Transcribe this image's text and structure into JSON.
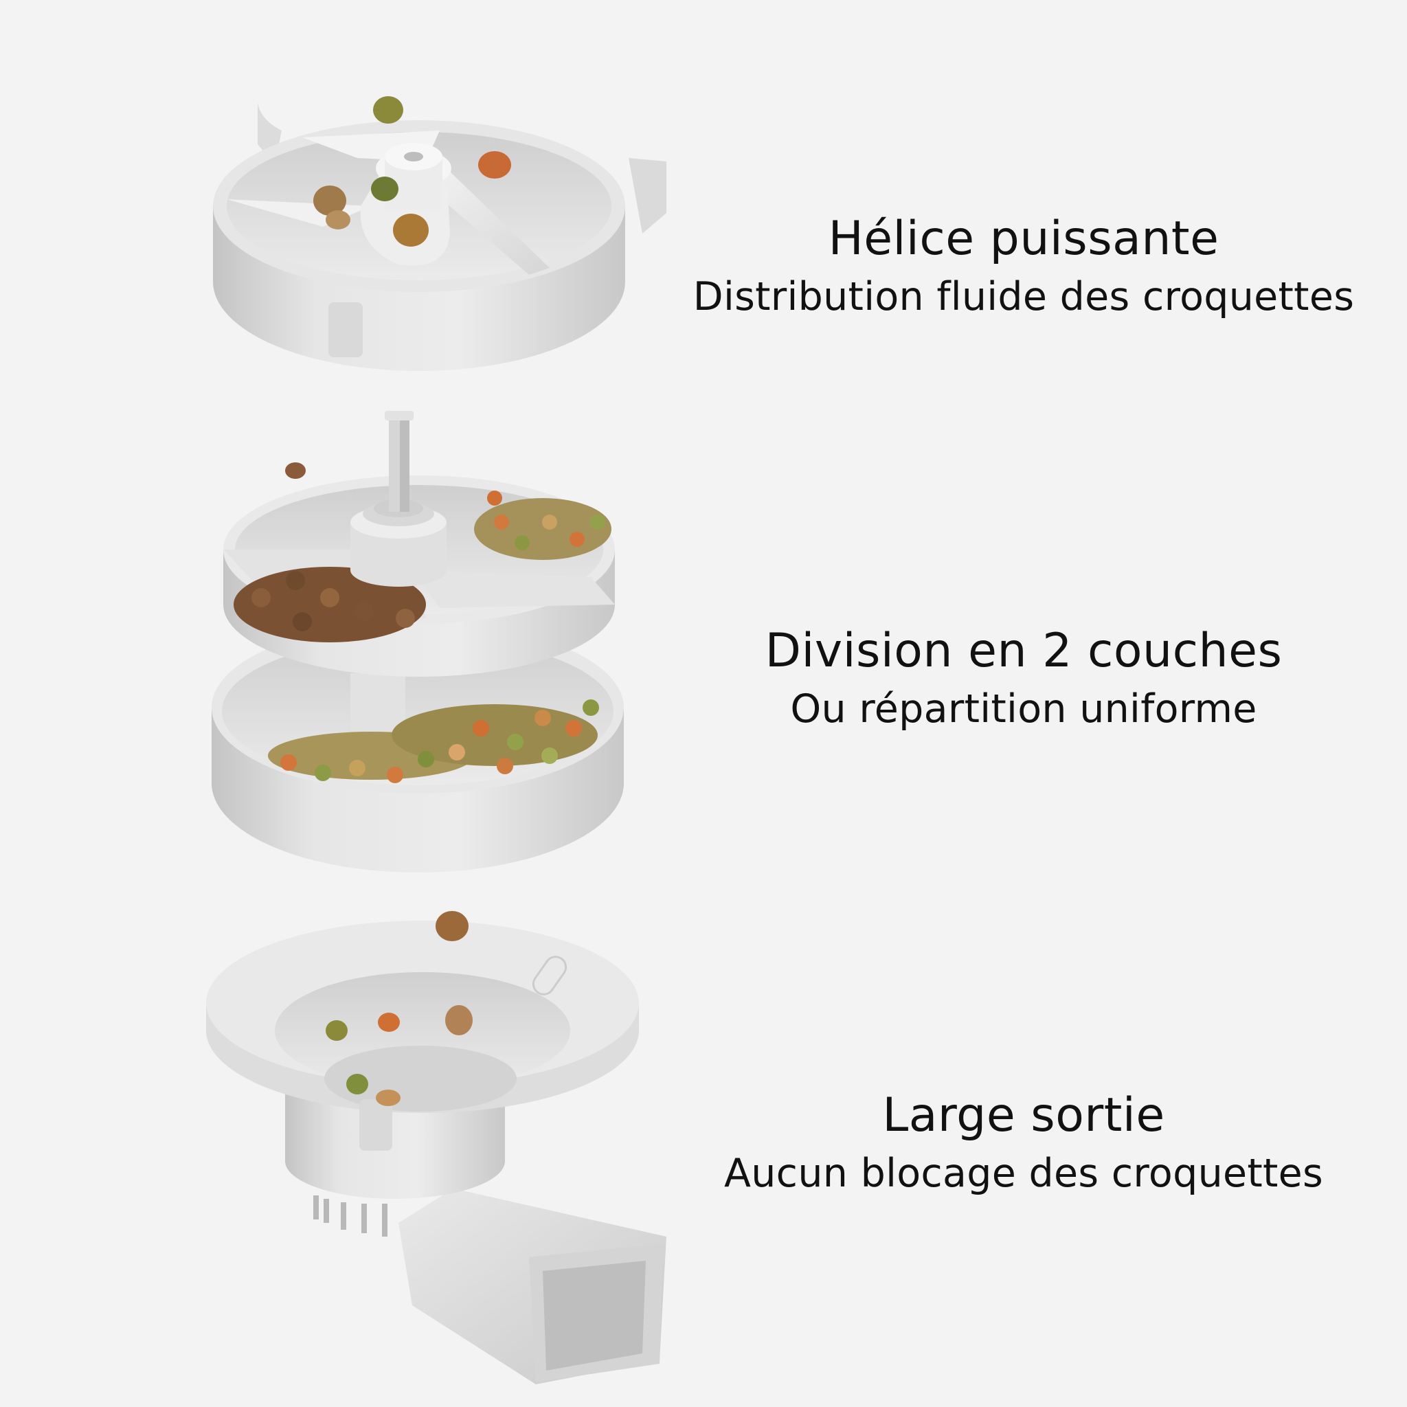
{
  "colors": {
    "background": "#f3f3f3",
    "text": "#111111",
    "part_light": "#ececec",
    "part_shadow": "#b5b5b5"
  },
  "features": [
    {
      "title": "Hélice puissante",
      "subtitle": "Distribution fluide des croquettes"
    },
    {
      "title": "Division en 2 couches",
      "subtitle": "Ou répartition uniforme"
    },
    {
      "title": "Large sortie",
      "subtitle": "Aucun blocage des croquettes"
    }
  ]
}
